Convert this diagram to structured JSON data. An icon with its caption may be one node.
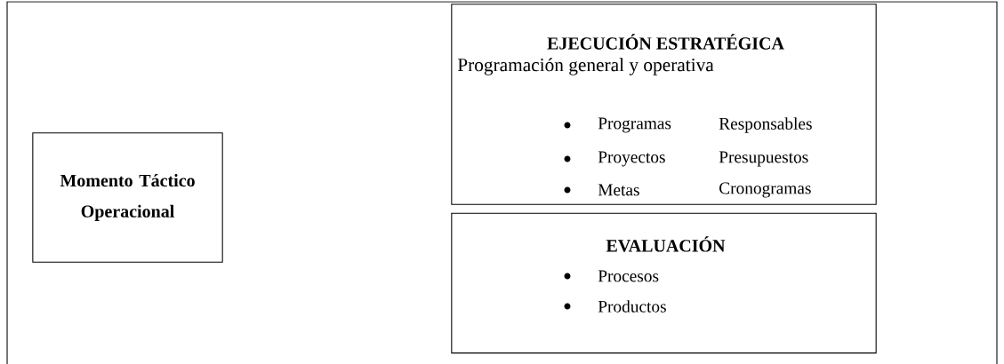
{
  "diagram": {
    "nodes": [
      {
        "text": [
          "Momento Táctico Operacional"
        ]
      },
      {
        "text": [
          "EJECUCIÓN ESTRATÉGICA",
          "Programación general y operativa",
          "Programas",
          "Responsables",
          "Proyectos",
          "Presupuestos",
          "Metas",
          "Cronogramas"
        ]
      },
      {
        "text": [
          "EVALUACIÓN",
          "Procesos",
          "Productos"
        ]
      }
    ]
  }
}
